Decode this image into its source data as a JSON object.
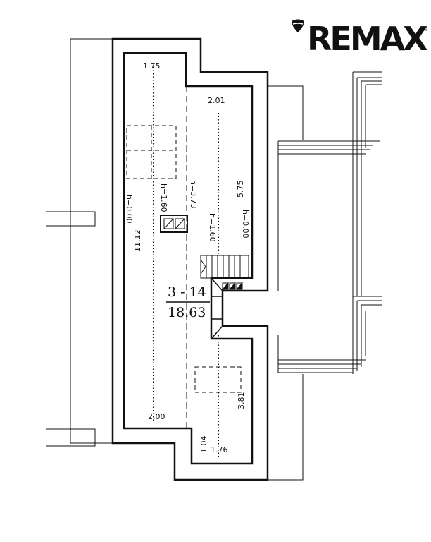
{
  "brand": {
    "logo_text": "REMAX",
    "registered_mark": "®"
  },
  "room": {
    "number": "3 - 14",
    "area": "18.63"
  },
  "dimensions": {
    "top_left_width": "1.75",
    "top_right_width": "2.01",
    "right_depth": "5.75",
    "main_length": "11.12",
    "lower_length": "3.81",
    "bottom_width": "2.00",
    "bottom_stub_depth": "1.04",
    "bottom_stub_width": "1.76"
  },
  "heights": {
    "eave_left": "h=0.00",
    "eave_right": "h=0.00",
    "knee_left": "h=1.60",
    "knee_right": "h=1.60",
    "ridge": "h=3.73"
  }
}
